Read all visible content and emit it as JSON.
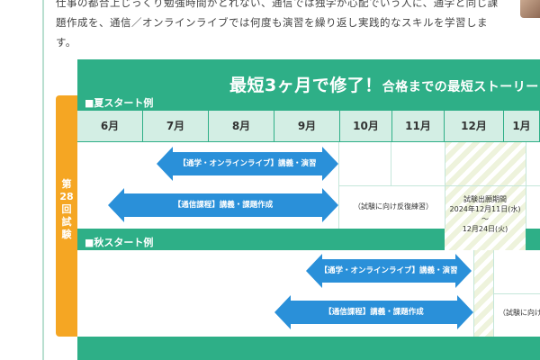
{
  "intro": {
    "lines": [
      "仕事の都合上じっくり勉強時間がとれない、通信では独学が心配でいう人に、通学と同じ課",
      "題作成を、通信／オンラインライブでは何度も演習を繰り返し実践的なスキルを学習しま",
      "す。"
    ]
  },
  "headline": {
    "main": "最短3ヶ月で修了！",
    "sub": "合格までの最短ストーリー"
  },
  "side_tab": {
    "chars": [
      "第",
      "28",
      "回",
      "試",
      "験"
    ]
  },
  "summer": {
    "label": "■夏スタート例",
    "months": [
      "6月",
      "7月",
      "8月",
      "9月",
      "10月",
      "11月",
      "12月",
      "1月"
    ],
    "arrow_top_label": "【通学・オンラインライブ】講義・演習",
    "arrow_bottom_label": "【通信課程】講義・課題作成",
    "practice_note": "（試験に向け反復練習）",
    "exam_period": [
      "試験出願期間",
      "2024年12月11日(水)",
      "〜",
      "12月24日(火)"
    ]
  },
  "autumn": {
    "label": "■秋スタート例",
    "arrow_top_label": "【通学・オンラインライブ】講義・演習",
    "arrow_bottom_label": "【通信課程】講義・課題作成",
    "practice_note": "（試験に向け反"
  },
  "colors": {
    "frame_green": "#2eaf87",
    "month_header": "#d3eee4",
    "arrow_blue": "#2a90d9",
    "side_tab_orange": "#f5a623"
  }
}
